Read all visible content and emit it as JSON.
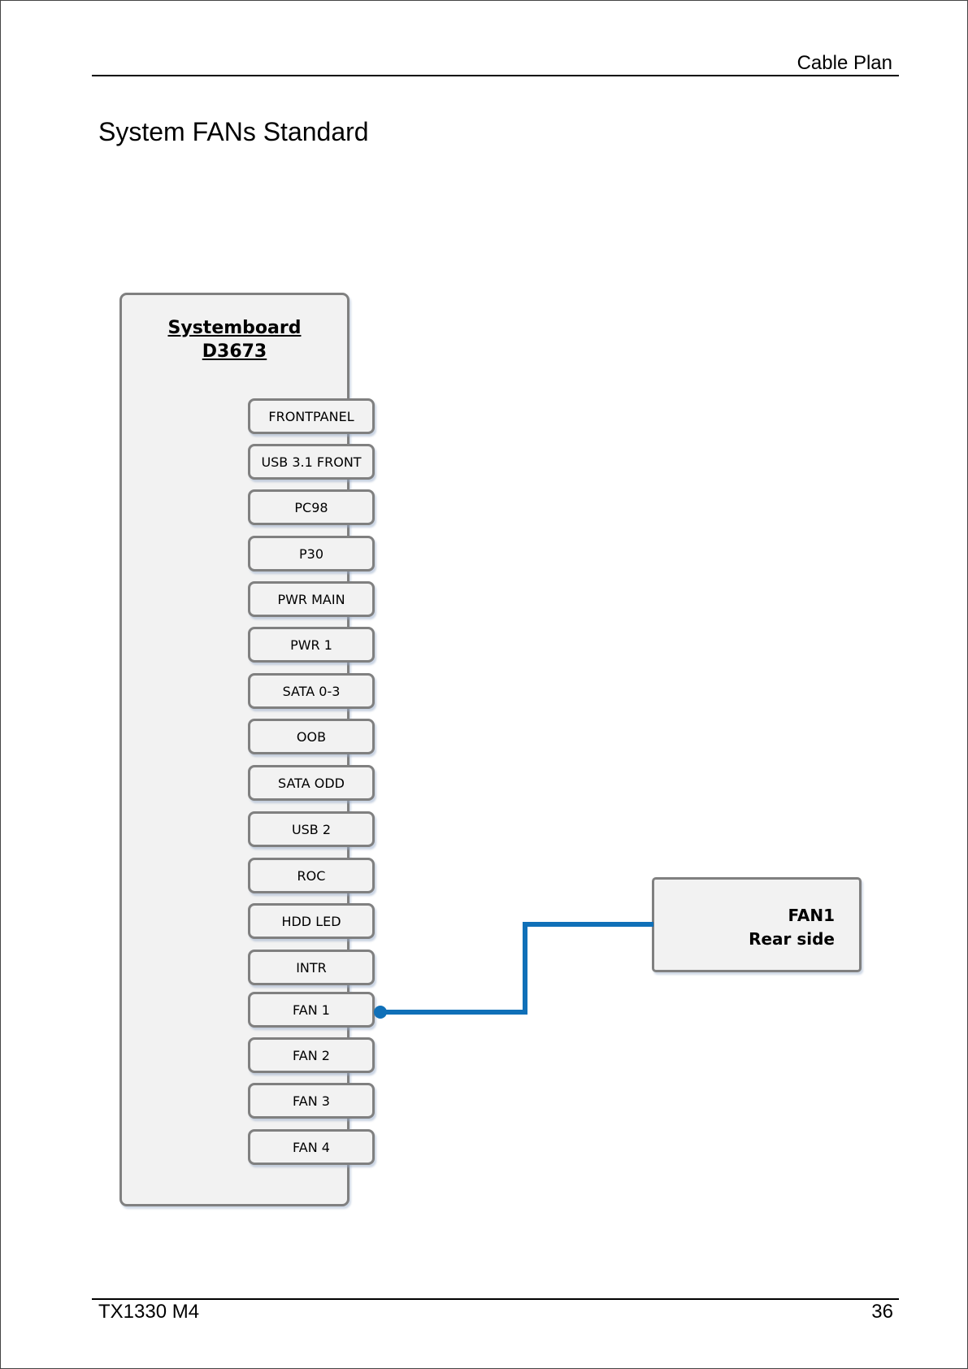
{
  "header": {
    "title": "Cable Plan"
  },
  "page": {
    "heading": "System FANs Standard"
  },
  "board": {
    "title_line1": "Systemboard",
    "title_line2": "D3673",
    "connectors": [
      "FRONTPANEL",
      "USB 3.1 FRONT",
      "PC98",
      "P30",
      "PWR MAIN",
      "PWR 1",
      "SATA 0-3",
      "OOB",
      "SATA ODD",
      "USB 2",
      "ROC",
      "HDD LED",
      "INTR",
      "FAN 1",
      "FAN 2",
      "FAN 3",
      "FAN 4"
    ]
  },
  "fan": {
    "line1": "FAN1",
    "line2": "Rear side"
  },
  "cable": {
    "from": "FAN 1",
    "to": "FAN1",
    "color": "#1070b8"
  },
  "footer": {
    "model": "TX1330 M4",
    "page_number": "36"
  }
}
